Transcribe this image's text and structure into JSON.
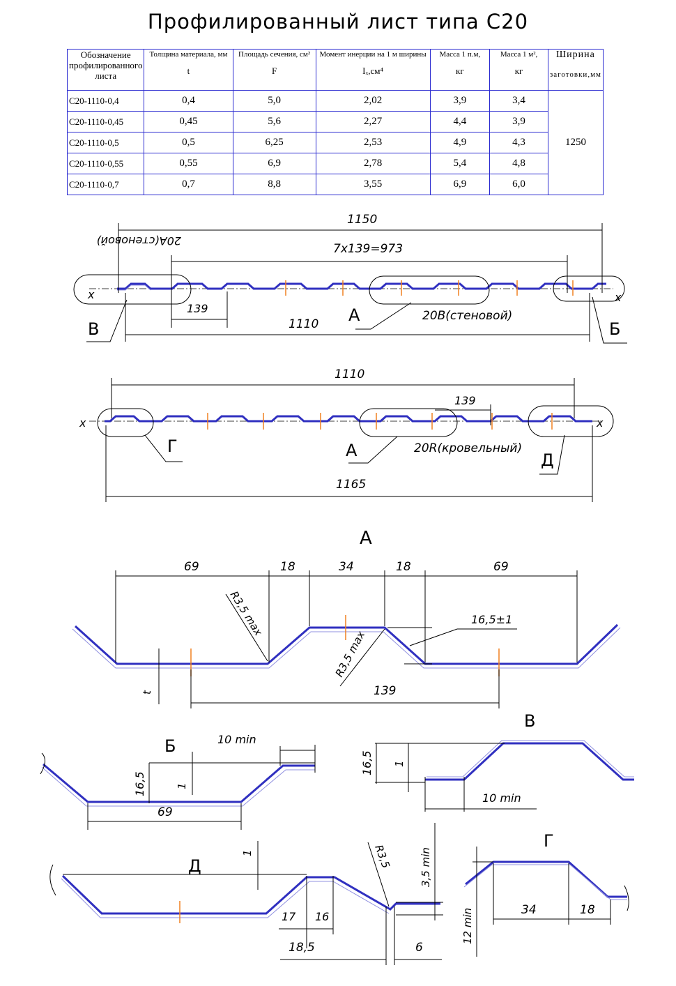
{
  "title": "Профилированный лист типа С20",
  "table": {
    "headers": [
      {
        "top": "Обозначение профилированного листа",
        "sub": ""
      },
      {
        "top": "Толщина материала, мм",
        "sub": "t"
      },
      {
        "top": "Площадь сечения, см²",
        "sub": "F"
      },
      {
        "top": "Момент инерции на 1 м ширины",
        "sub": "Iₓ,см⁴"
      },
      {
        "top": "Масса 1 п.м,",
        "sub": "кг"
      },
      {
        "top": "Масса 1 м²,",
        "sub": "кг"
      },
      {
        "top": "Ширина",
        "sub": "заготовки,мм"
      }
    ],
    "rows": [
      [
        "С20-1110-0,4",
        "0,4",
        "5,0",
        "2,02",
        "3,9",
        "3,4"
      ],
      [
        "С20-1110-0,45",
        "0,45",
        "5,6",
        "2,27",
        "4,4",
        "3,9"
      ],
      [
        "С20-1110-0,5",
        "0,5",
        "6,25",
        "2,53",
        "4,9",
        "4,3"
      ],
      [
        "С20-1110-0,55",
        "0,55",
        "6,9",
        "2,78",
        "5,4",
        "4,8"
      ],
      [
        "С20-1110-0,7",
        "0,7",
        "8,8",
        "3,55",
        "6,9",
        "6,0"
      ]
    ],
    "blank_width": "1250"
  },
  "wall_profile": {
    "dim_total": "1150",
    "dim_mirror_label": "20А(стеновой)",
    "dim_pitch_sum": "7х139=973",
    "dim_pitch": "139",
    "dim_effective": "1110",
    "label_a": "А",
    "label_b": "Б",
    "label_v": "В",
    "type_label": "20В(стеновой)",
    "axis_x": "x"
  },
  "roof_profile": {
    "dim_effective": "1110",
    "dim_pitch": "139",
    "dim_total": "1165",
    "label_a": "А",
    "label_g": "Г",
    "label_d": "Д",
    "type_label": "20R(кровельный)",
    "axis_x": "x"
  },
  "detail_a": {
    "title": "А",
    "d69_left": "69",
    "d18_left": "18",
    "d34": "34",
    "d18_right": "18",
    "d69_right": "69",
    "r_left": "R3,5 max",
    "r_right": "R3,5 max",
    "height": "16,5±1",
    "pitch": "139",
    "thickness": "t"
  },
  "detail_b": {
    "title": "Б",
    "d10": "10 min",
    "height": "16,5",
    "d1": "1",
    "d69": "69"
  },
  "detail_v": {
    "title": "В",
    "height": "16,5",
    "d1": "1",
    "d10": "10 min"
  },
  "detail_d": {
    "title": "Д",
    "d1": "1",
    "r": "R3,5",
    "d35": "3,5 min",
    "d17": "17",
    "d16": "16",
    "d185": "18,5",
    "d6": "6"
  },
  "detail_g": {
    "title": "Г",
    "d12": "12 min",
    "d34": "34",
    "d18": "18"
  }
}
